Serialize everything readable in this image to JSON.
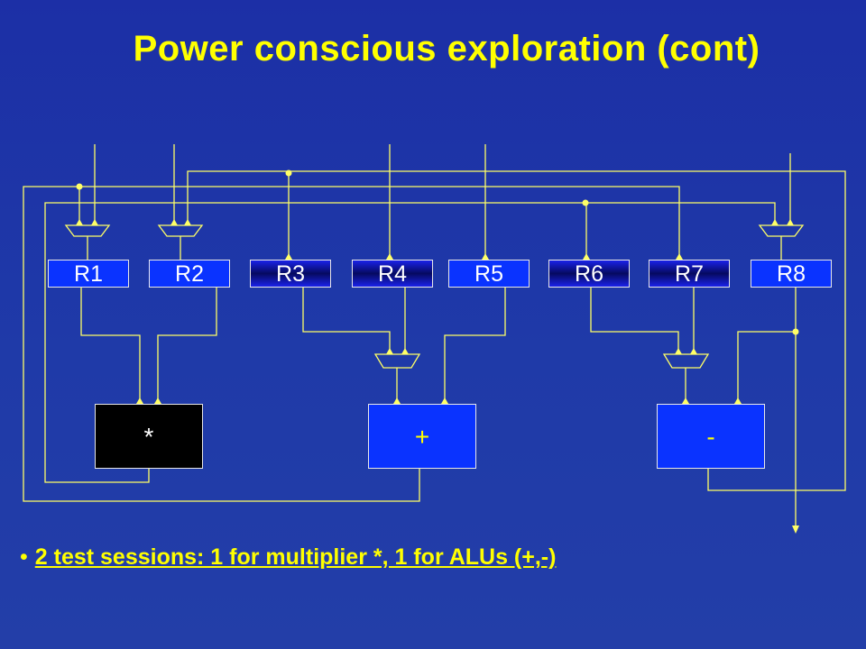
{
  "slide": {
    "title": "Power conscious exploration (cont)",
    "registers": [
      "R1",
      "R2",
      "R3",
      "R4",
      "R5",
      "R6",
      "R7",
      "R8"
    ],
    "units": {
      "mult": "*",
      "add": "+",
      "sub": "-"
    },
    "bullet": "2 test sessions: 1 for multiplier *, 1 for ALUs (+,-)"
  },
  "colors": {
    "background": "#1f3aa8",
    "title": "#ffff00",
    "wires": "#ffff66",
    "register_bright": "#0a33ff",
    "multiplier_unit": "#000000",
    "alu_unit": "#0a33ff"
  }
}
